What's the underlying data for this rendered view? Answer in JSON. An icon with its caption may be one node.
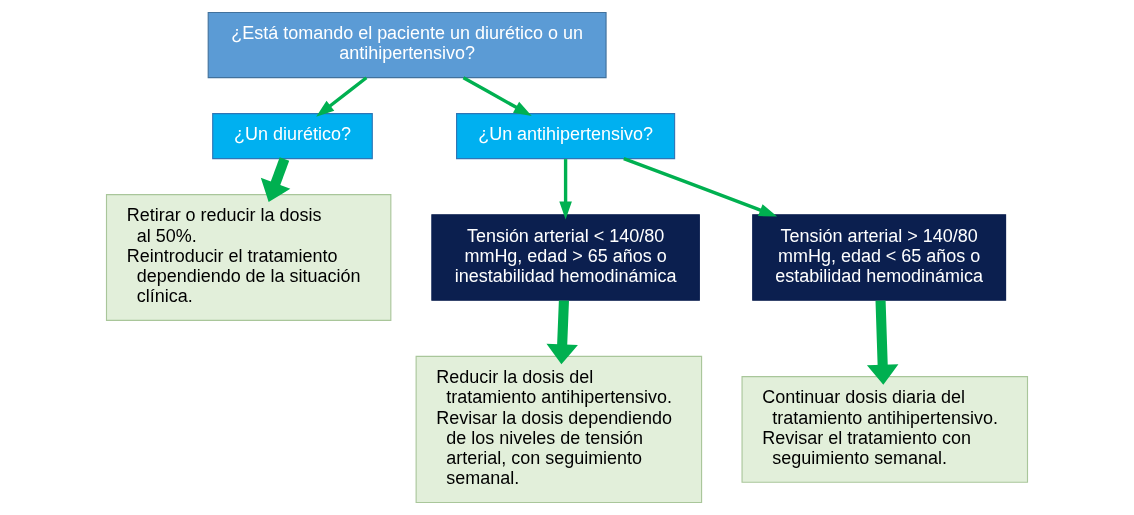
{
  "diagram": {
    "nodes": [
      {
        "text": [
          "¿Está tomando el paciente un diurético o un antihipertensivo?"
        ]
      },
      {
        "text": [
          "¿Un diurético?"
        ]
      },
      {
        "text": [
          "¿Un antihipertensivo?"
        ]
      },
      {
        "text": [
          "Retirar o reducir la dosis al 50%.",
          "Reintroducir el tratamiento dependiendo de la situación clínica."
        ]
      },
      {
        "text": [
          "Tensión arterial < 140/80 mmHg, edad > 65 años o inestabilidad hemodinámica"
        ]
      },
      {
        "text": [
          "Tensión arterial > 140/80 mmHg, edad < 65 años o estabilidad hemodinámica"
        ]
      },
      {
        "text": [
          "Reducir la dosis del tratamiento antihipertensivo.",
          "Revisar la dosis dependiendo de los niveles de tensión arterial, con seguimiento semanal."
        ]
      },
      {
        "text": [
          "Continuar dosis diaria del tratamiento antihipertensivo.",
          "Revisar el tratamiento con seguimiento semanal."
        ]
      }
    ],
    "edges": [
      {
        "from": 0,
        "to": 1,
        "arrow": "to"
      },
      {
        "from": 0,
        "to": 2,
        "arrow": "to"
      },
      {
        "from": 1,
        "to": 3,
        "arrow": "to",
        "style": "thick"
      },
      {
        "from": 2,
        "to": 4,
        "arrow": "to"
      },
      {
        "from": 2,
        "to": 5,
        "arrow": "to"
      },
      {
        "from": 4,
        "to": 6,
        "arrow": "to",
        "style": "thick"
      },
      {
        "from": 5,
        "to": 7,
        "arrow": "to",
        "style": "thick"
      }
    ]
  }
}
